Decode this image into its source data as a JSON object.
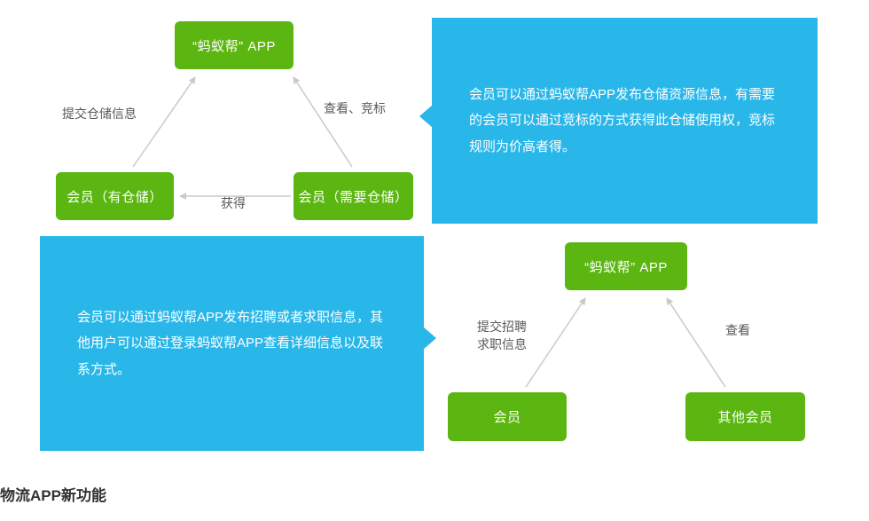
{
  "title": "物流APP新功能",
  "colors": {
    "node_green": "#5cb611",
    "callout_blue": "#29b7e9",
    "arrow_gray": "#c9c9c9",
    "label_gray": "#595959"
  },
  "warehouse_diagram": {
    "app_node": "“蚂蚁帮” APP",
    "owner_node": "会员（有仓储）",
    "needer_node": "会员（需要仓储）",
    "submit_label": "提交仓储信息",
    "view_bid_label": "查看、竞标",
    "obtain_label": "获得",
    "callout": "会员可以通过蚂蚁帮APP发布仓储资源信息，有需要的会员可以通过竞标的方式获得此仓储使用权，竞标规则为价高者得。"
  },
  "job_diagram": {
    "app_node": "“蚂蚁帮” APP",
    "member_node": "会员",
    "other_member_node": "其他会员",
    "submit_label": "提交招聘\n求职信息",
    "view_label": "查看",
    "callout": "会员可以通过蚂蚁帮APP发布招聘或者求职信息，其他用户可以通过登录蚂蚁帮APP查看详细信息以及联系方式。"
  }
}
